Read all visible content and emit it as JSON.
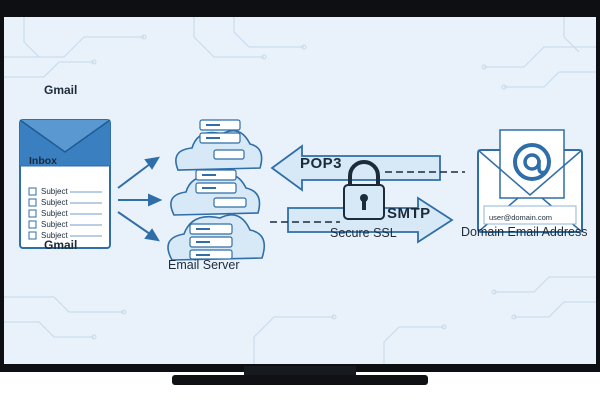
{
  "gmail_client": {
    "title_top": "Gmail",
    "title_bottom": "Gmail",
    "inbox_label": "Inbox",
    "subjects": [
      "Subject",
      "Subject",
      "Subject",
      "Subject",
      "Subject"
    ]
  },
  "server": {
    "label": "Email Server"
  },
  "protocols": {
    "pop3_label": "POP3",
    "smtp_label": "SMTP",
    "security_label": "Secure SSL"
  },
  "domain": {
    "address": "user@domain.com",
    "label": "Domain Email Address"
  },
  "colors": {
    "screen_bg": "#e9f2fa",
    "accent_blue": "#2f6ea8",
    "light_blue": "#d7e8f6",
    "ink": "#1c2b3c",
    "bezel": "#0d0f12"
  },
  "icons": [
    "envelope-icon",
    "cloud-server-icon",
    "padlock-icon",
    "at-sign-icon",
    "arrow-icon"
  ]
}
